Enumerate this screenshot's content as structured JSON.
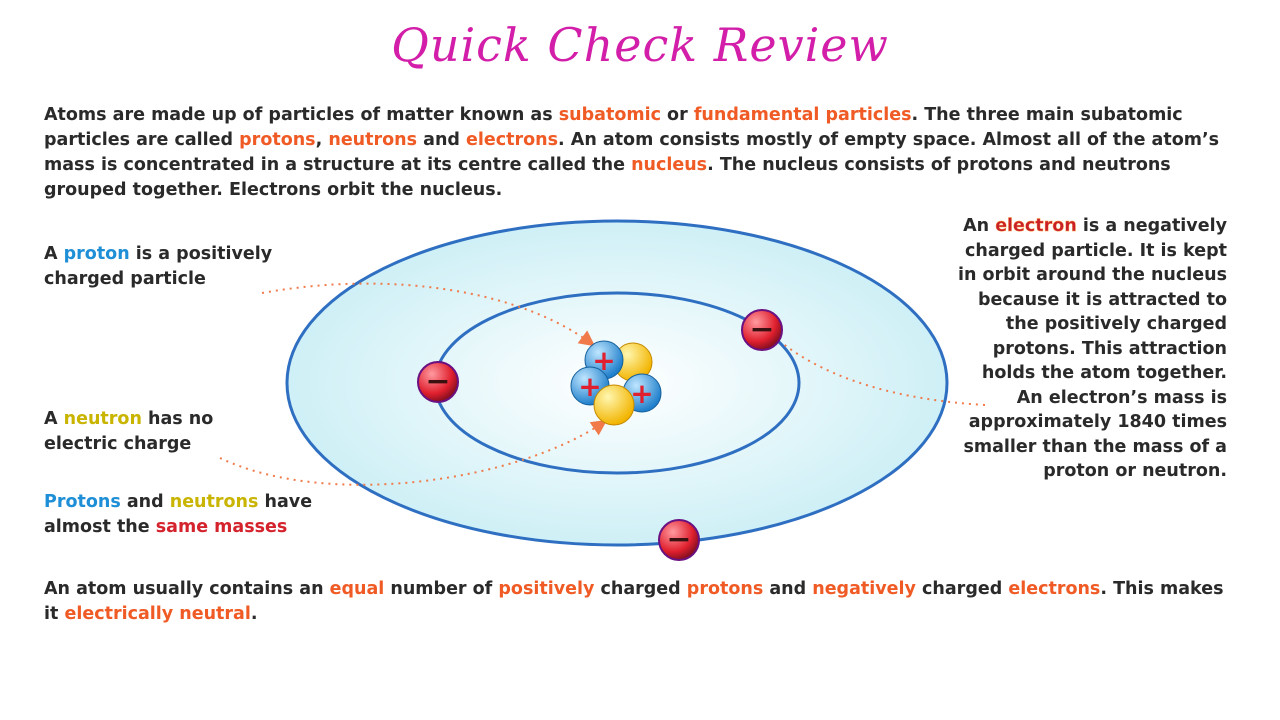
{
  "title": "Quick Check Review",
  "intro": [
    {
      "t": "Atoms are made up of particles of matter known as ",
      "c": ""
    },
    {
      "t": "subatomic",
      "c": "hl"
    },
    {
      "t": " or ",
      "c": ""
    },
    {
      "t": "fundamental particles",
      "c": "hl"
    },
    {
      "t": ". The three main subatomic particles are called ",
      "c": ""
    },
    {
      "t": "protons",
      "c": "hl"
    },
    {
      "t": ", ",
      "c": ""
    },
    {
      "t": "neutrons",
      "c": "hl"
    },
    {
      "t": " and ",
      "c": ""
    },
    {
      "t": "electrons",
      "c": "hl"
    },
    {
      "t": ". An atom consists mostly of empty space. Almost all of the atom’s mass is concentrated in a structure at its centre called the ",
      "c": ""
    },
    {
      "t": "nucleus",
      "c": "hl"
    },
    {
      "t": ". The nucleus consists of protons and neutrons grouped together. Electrons orbit the nucleus.",
      "c": ""
    }
  ],
  "notes": {
    "proton": [
      {
        "t": "A ",
        "c": ""
      },
      {
        "t": "proton",
        "c": "hl-blue"
      },
      {
        "t": " is a positively charged particle",
        "c": ""
      }
    ],
    "neutron": [
      {
        "t": "A ",
        "c": ""
      },
      {
        "t": "neutron",
        "c": "hl-yellow"
      },
      {
        "t": " has no electric charge",
        "c": ""
      }
    ],
    "masses": [
      {
        "t": "Protons",
        "c": "hl-blue"
      },
      {
        "t": " and ",
        "c": ""
      },
      {
        "t": "neutrons",
        "c": "hl-yellow"
      },
      {
        "t": " have almost the ",
        "c": ""
      },
      {
        "t": "same masses",
        "c": "hl-masses"
      }
    ],
    "electron": [
      {
        "t": "An ",
        "c": ""
      },
      {
        "t": "electron",
        "c": "hl-red"
      },
      {
        "t": " is a negatively charged particle. It is kept in orbit around the nucleus because it is attracted to the positively charged protons. This attraction holds the atom together. An electron’s mass is approximately 1840 times smaller than the mass of a proton or neutron.",
        "c": ""
      }
    ]
  },
  "bottom": [
    {
      "t": "An atom usually contains an ",
      "c": ""
    },
    {
      "t": "equal",
      "c": "hl"
    },
    {
      "t": " number of ",
      "c": ""
    },
    {
      "t": "positively",
      "c": "hl"
    },
    {
      "t": " charged ",
      "c": ""
    },
    {
      "t": "protons",
      "c": "hl"
    },
    {
      "t": " and ",
      "c": ""
    },
    {
      "t": "negatively",
      "c": "hl"
    },
    {
      "t": " charged ",
      "c": ""
    },
    {
      "t": "electrons",
      "c": "hl"
    },
    {
      "t": ". This makes it ",
      "c": ""
    },
    {
      "t": "electrically neutral",
      "c": "hl"
    },
    {
      "t": ".",
      "c": ""
    }
  ],
  "diagram": {
    "plus_symbol": "+",
    "minus_symbol": "−",
    "colors": {
      "orbit": "#2f6fc2",
      "atom_fill": "#d8f4f8",
      "proton": "#3a9ce0",
      "neutron": "#ffd21e",
      "electron": "#e0202e",
      "arrow": "#f07a4a"
    }
  }
}
